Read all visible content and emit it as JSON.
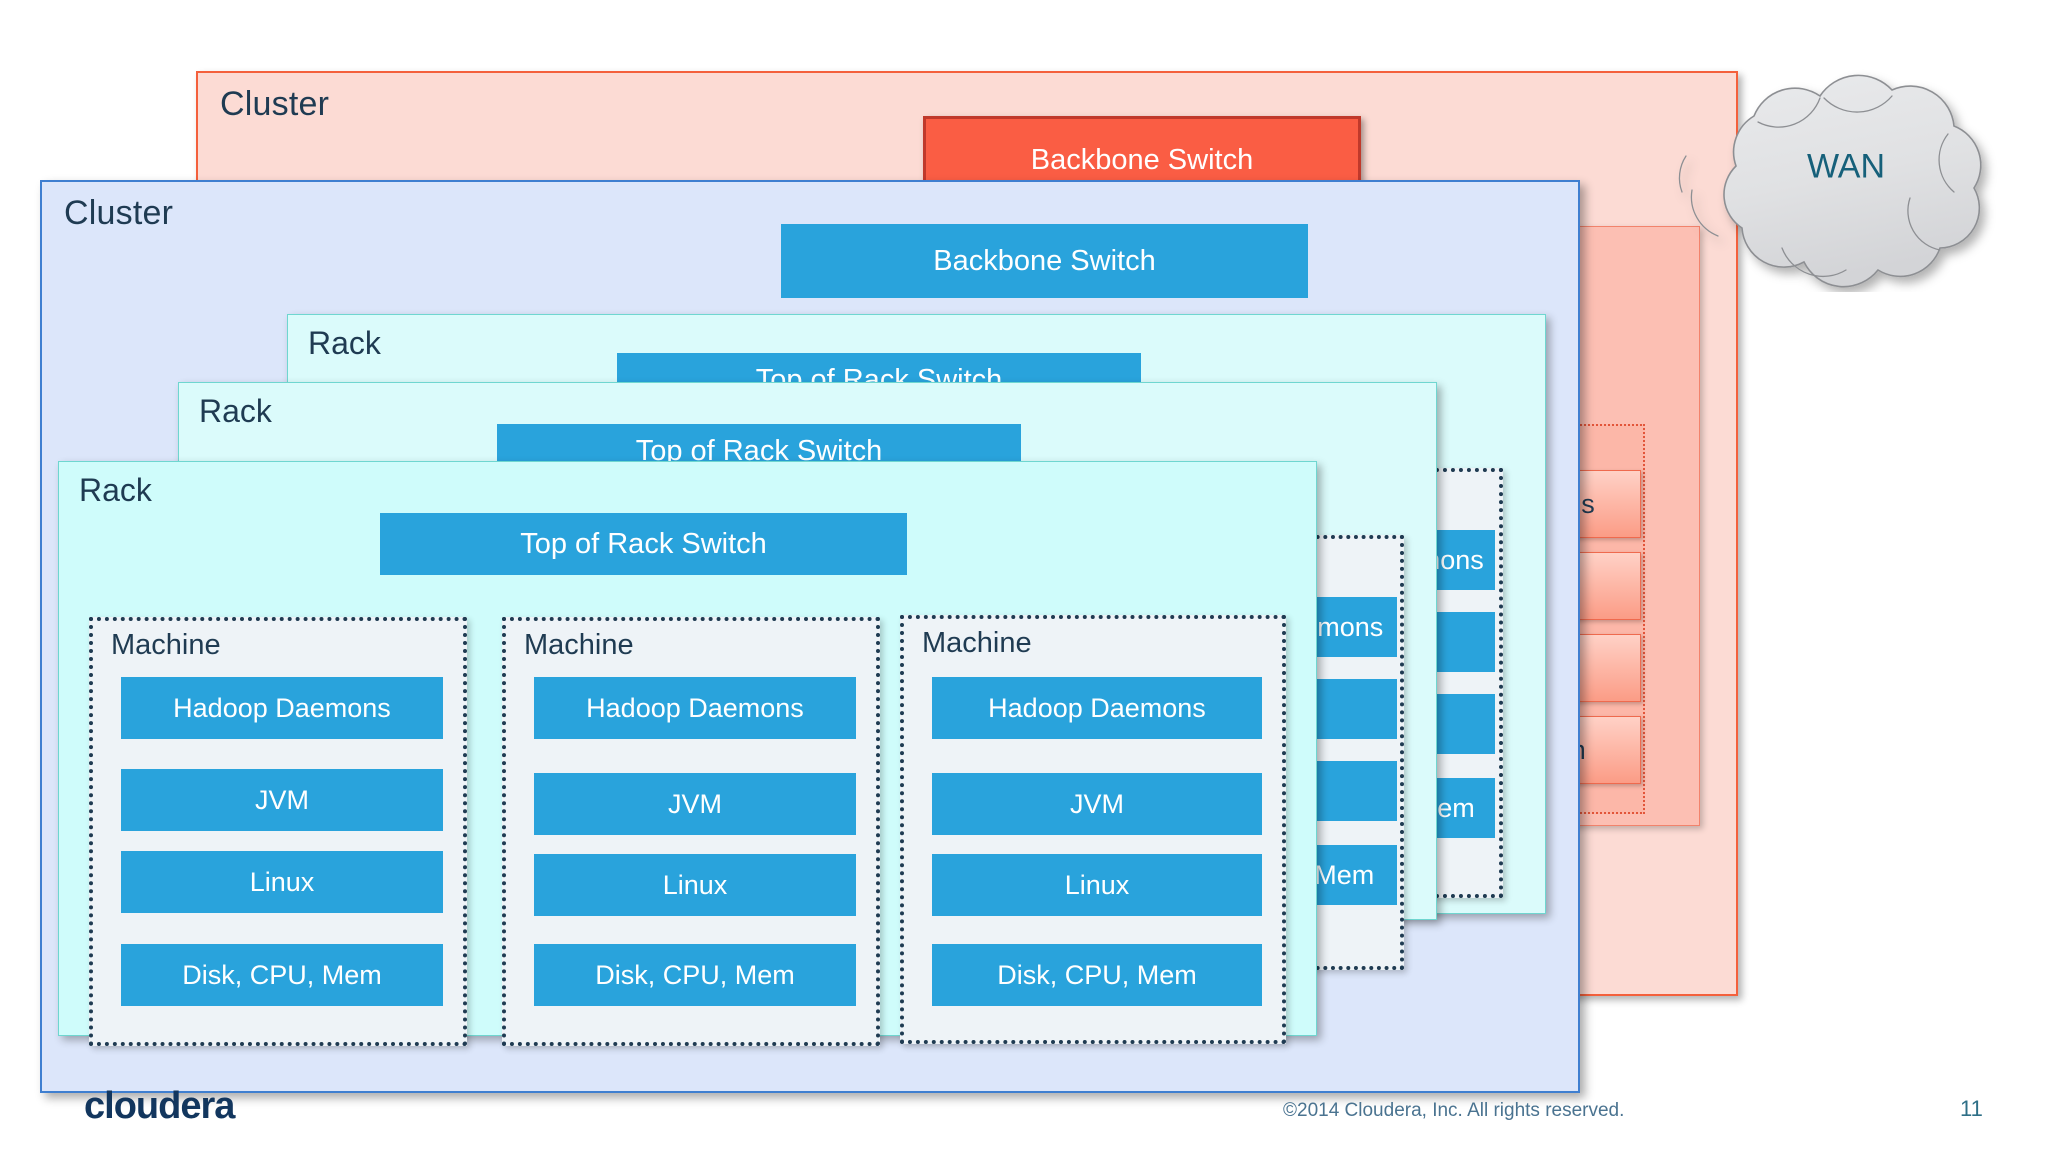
{
  "slide": {
    "page_number": "11",
    "logo_text": "cloudera",
    "copyright": "©2014 Cloudera, Inc. All rights reserved."
  },
  "colors": {
    "switch_blue": "#29a3dc",
    "switch_red": "#fa5d44",
    "cluster_red_fill": "#fcdbd4",
    "cluster_red_border": "#f4603c",
    "cluster_blue_fill": "#dce6fa",
    "cluster_blue_border": "#3f7fd0",
    "rack_fill": "#dbfbfb",
    "rack_front_fill": "#cffcfb",
    "rack_border": "#6fd6d0",
    "machine_fill": "#eef3f7",
    "machine_border": "#1f3b52",
    "text_dark": "#1f3b52",
    "wan_text": "#16607a",
    "logo_navy": "#12365e"
  },
  "wan": {
    "label": "WAN"
  },
  "cluster_red": {
    "title": "Cluster",
    "backbone_switch_label": "Backbone Switch"
  },
  "cluster_blue": {
    "title": "Cluster",
    "backbone_switch_label": "Backbone Switch"
  },
  "racks": [
    {
      "title": "Rack",
      "switch_label": "Top of Rack Switch"
    },
    {
      "title": "Rack",
      "switch_label": "Top of Rack Switch"
    },
    {
      "title": "Rack",
      "switch_label": "Top of Rack Switch"
    }
  ],
  "machine": {
    "title": "Machine",
    "layers": [
      "Hadoop Daemons",
      "JVM",
      "Linux",
      "Disk, CPU, Mem"
    ]
  },
  "machines_front": [
    {
      "title": "Machine",
      "layers": [
        "Hadoop Daemons",
        "JVM",
        "Linux",
        "Disk, CPU, Mem"
      ]
    },
    {
      "title": "Machine",
      "layers": [
        "Hadoop Daemons",
        "JVM",
        "Linux",
        "Disk, CPU, Mem"
      ]
    },
    {
      "title": "Machine",
      "layers": [
        "Hadoop Daemons",
        "JVM",
        "Linux",
        "Disk, CPU, Mem"
      ]
    }
  ],
  "machines_partial": {
    "daemons_label": "Hadoop Daemons",
    "mem_label": "Disk, CPU, Mem"
  }
}
